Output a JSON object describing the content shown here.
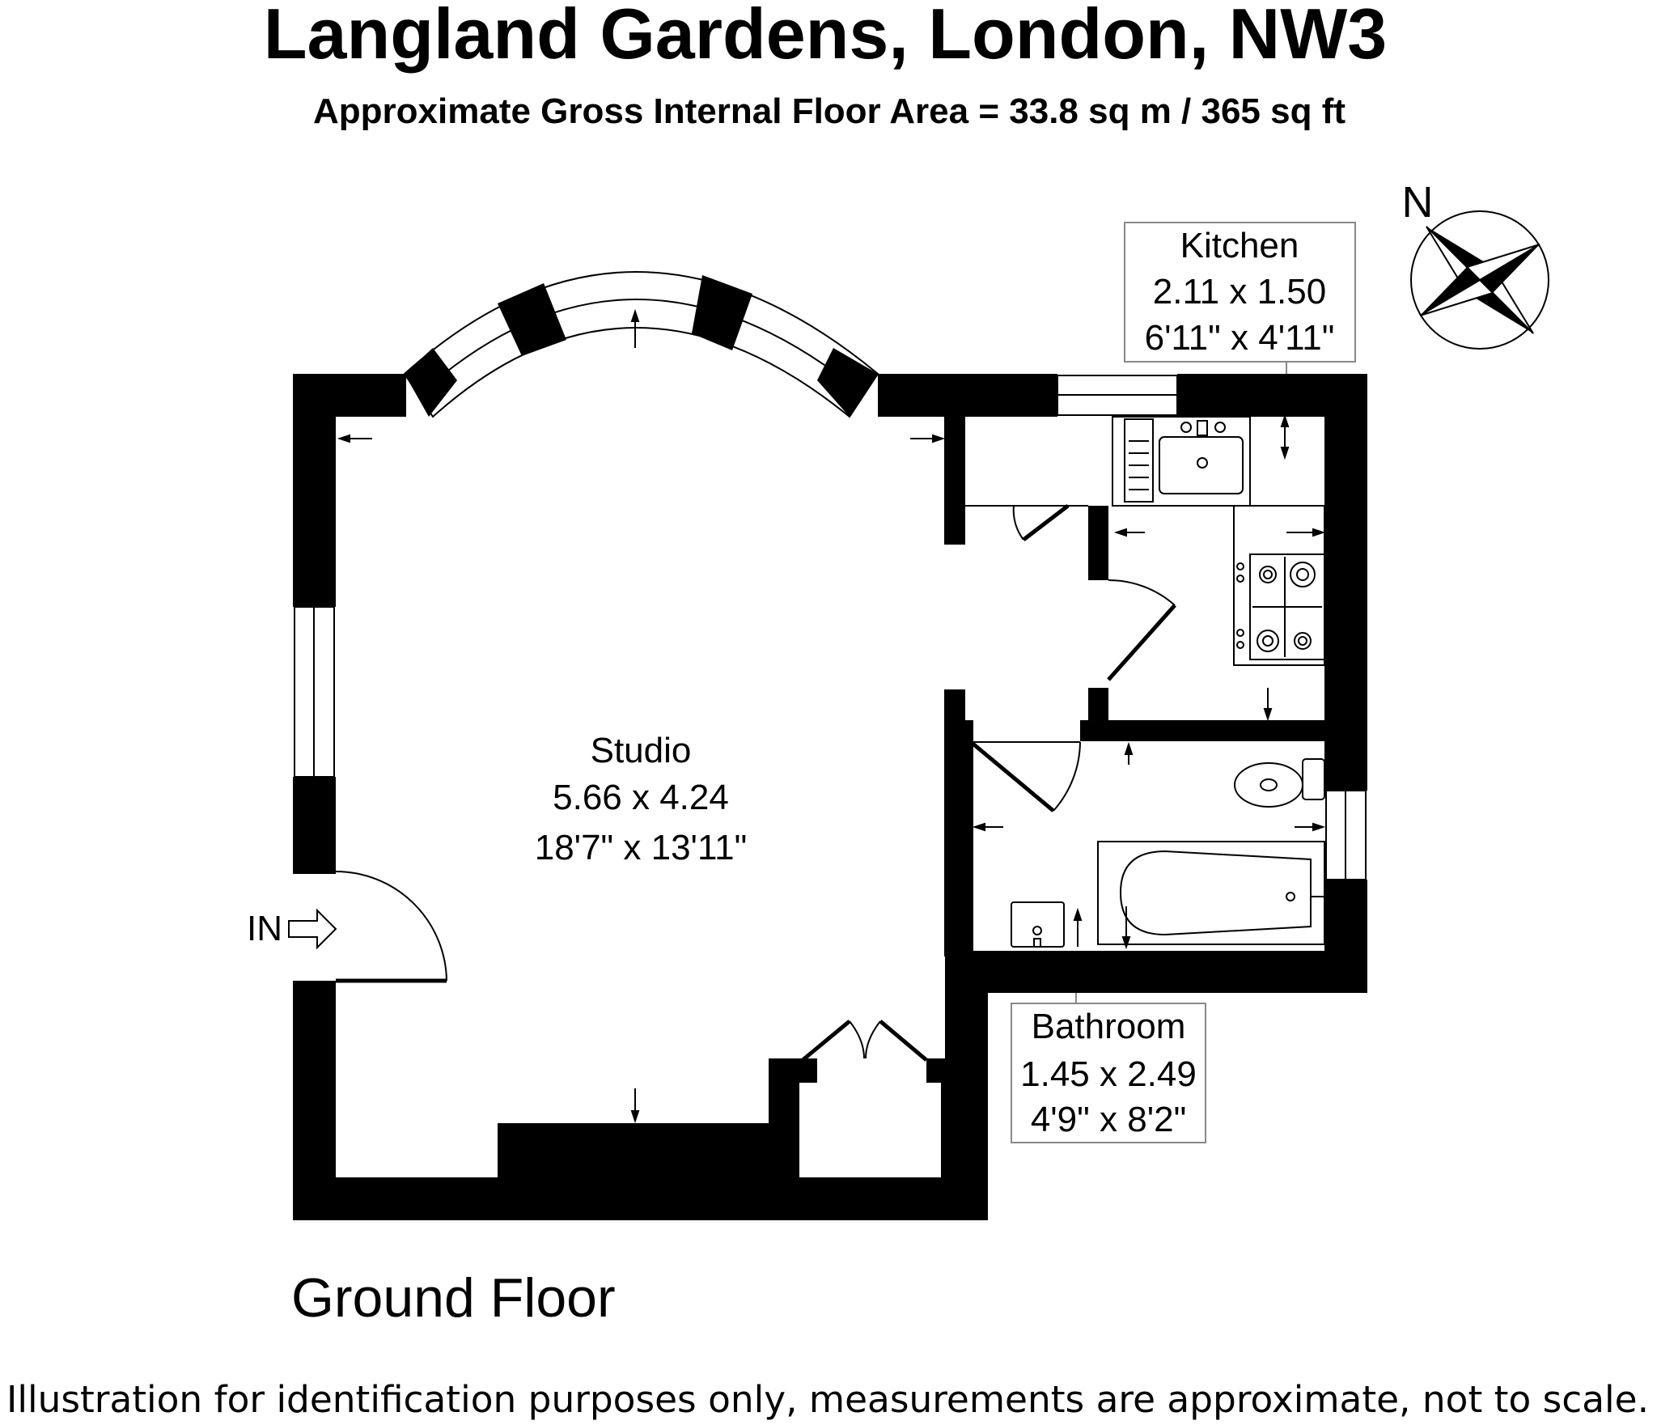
{
  "header": {
    "title": "Langland Gardens, London, NW3",
    "subtitle": "Approximate Gross Internal Floor Area = 33.8 sq m / 365 sq ft"
  },
  "compass": {
    "label": "N"
  },
  "rooms": {
    "kitchen": {
      "name": "Kitchen",
      "metric": "2.11 x 1.50",
      "imperial": "6'11\" x 4'11\""
    },
    "studio": {
      "name": "Studio",
      "metric": "5.66 x 4.24",
      "imperial": "18'7\" x 13'11\""
    },
    "bathroom": {
      "name": "Bathroom",
      "metric": "1.45 x 2.49",
      "imperial": "4'9\" x 8'2\""
    }
  },
  "entrance": {
    "label": "IN"
  },
  "floor": {
    "label": "Ground Floor"
  },
  "footer": {
    "disclaimer": "Illustration for identification purposes only, measurements are approximate, not to scale."
  }
}
